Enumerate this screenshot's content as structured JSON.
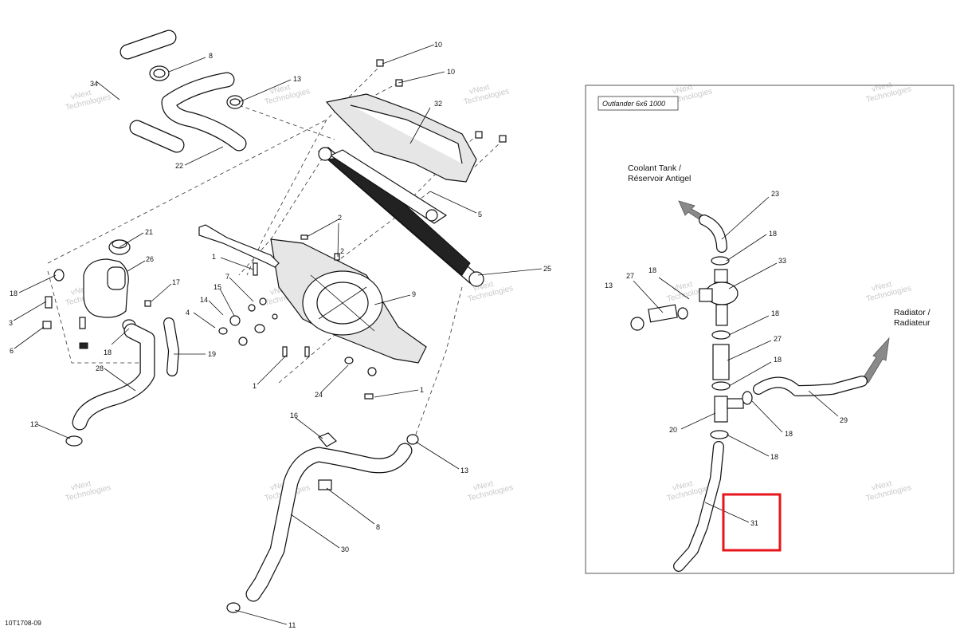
{
  "figure_code": "10T1708-09",
  "inset": {
    "title": "Outlander 6x6 1000",
    "coolant_label_line1": "Coolant Tank /",
    "coolant_label_line2": "Réservoir Antigel",
    "radiator_label_line1": "Radiator /",
    "radiator_label_line2": "Radiateur",
    "highlight_color": "#e8141c"
  },
  "watermark": {
    "line1": "vNext",
    "line2": "Technologies"
  },
  "callouts": [
    {
      "label": "10"
    },
    {
      "label": "10"
    },
    {
      "label": "8"
    },
    {
      "label": "34"
    },
    {
      "label": "13"
    },
    {
      "label": "32"
    },
    {
      "label": "22"
    },
    {
      "label": "5"
    },
    {
      "label": "21"
    },
    {
      "label": "2"
    },
    {
      "label": "2"
    },
    {
      "label": "26"
    },
    {
      "label": "25"
    },
    {
      "label": "18"
    },
    {
      "label": "1"
    },
    {
      "label": "7"
    },
    {
      "label": "17"
    },
    {
      "label": "15"
    },
    {
      "label": "9"
    },
    {
      "label": "3"
    },
    {
      "label": "14"
    },
    {
      "label": "4"
    },
    {
      "label": "6"
    },
    {
      "label": "18"
    },
    {
      "label": "19"
    },
    {
      "label": "28"
    },
    {
      "label": "1"
    },
    {
      "label": "24"
    },
    {
      "label": "1"
    },
    {
      "label": "16"
    },
    {
      "label": "12"
    },
    {
      "label": "13"
    },
    {
      "label": "8"
    },
    {
      "label": "30"
    },
    {
      "label": "11"
    },
    {
      "label": "23"
    },
    {
      "label": "18"
    },
    {
      "label": "33"
    },
    {
      "label": "27"
    },
    {
      "label": "18"
    },
    {
      "label": "13"
    },
    {
      "label": "18"
    },
    {
      "label": "27"
    },
    {
      "label": "18"
    },
    {
      "label": "20"
    },
    {
      "label": "18"
    },
    {
      "label": "29"
    },
    {
      "label": "18"
    },
    {
      "label": "31"
    }
  ]
}
